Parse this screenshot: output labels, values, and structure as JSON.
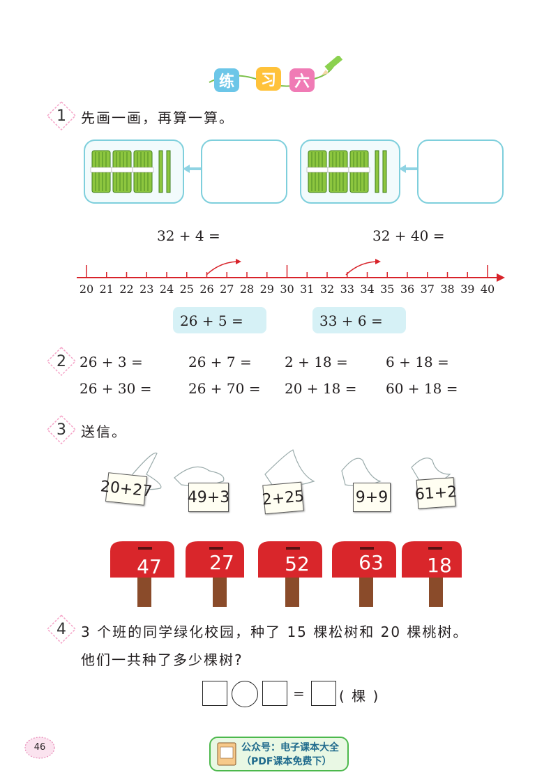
{
  "header": {
    "title_chars": [
      "练",
      "习",
      "六"
    ],
    "title_colors": [
      "#6cc6e8",
      "#ffc23a",
      "#f07bb5"
    ]
  },
  "q1": {
    "number": "1",
    "prompt": "先画一画，再算一算。",
    "eq_left": "32 + 4 =",
    "eq_right": "32 + 40 =",
    "number_line": [
      "20",
      "21",
      "22",
      "23",
      "24",
      "25",
      "26",
      "27",
      "28",
      "29",
      "30",
      "31",
      "32",
      "33",
      "34",
      "35",
      "36",
      "37",
      "38",
      "39",
      "40"
    ],
    "box_eq_left": "26 + 5 =",
    "box_eq_right": "33 + 6 ="
  },
  "q2": {
    "number": "2",
    "rows": [
      [
        "26 + 3 =",
        "26 + 7 =",
        "2 + 18 =",
        "6 + 18 ="
      ],
      [
        "26 + 30 =",
        "26 + 70 =",
        "20 + 18 =",
        "60 + 18 ="
      ]
    ]
  },
  "q3": {
    "number": "3",
    "prompt": "送信。",
    "letters": [
      "20+27",
      "49+3",
      "2+25",
      "9+9",
      "61+2"
    ],
    "mailboxes": [
      "47",
      "27",
      "52",
      "63",
      "18"
    ]
  },
  "q4": {
    "number": "4",
    "line1": "3 个班的同学绿化校园，种了 15 棵松树和 20 棵桃树。",
    "line2": "他们一共种了多少棵树?",
    "equals": "=",
    "unit": "( 棵 )"
  },
  "footer": {
    "page_number": "46",
    "promo_line1": "公众号：电子课本大全",
    "promo_line2": "（PDF课本免费下）"
  }
}
